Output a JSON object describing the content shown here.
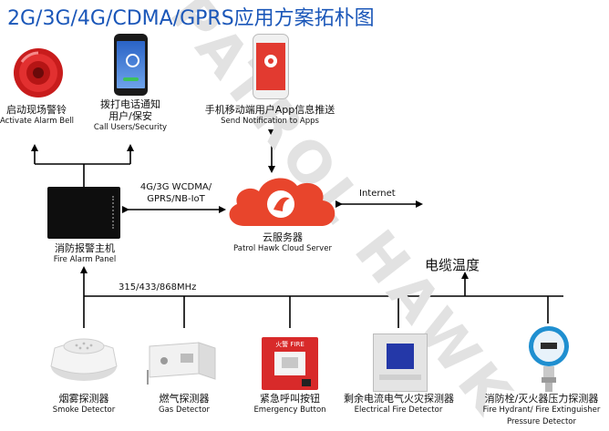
{
  "title": "2G/3G/4G/CDMA/GPRS应用方案拓朴图",
  "watermark": "PATROL HAWK",
  "outputs": {
    "alarm_bell": {
      "cn": "启动现场警铃",
      "en": "Activate Alarm Bell"
    },
    "call_users": {
      "cn_line1": "拨打电话通知",
      "cn_line2": "用户/保安",
      "en": "Call Users/Security"
    },
    "app_notification": {
      "cn": "手机移动端用户App信息推送",
      "en": "Send Notification to Apps"
    }
  },
  "panel": {
    "cn": "消防报警主机",
    "en": "Fire Alarm Panel"
  },
  "cloud": {
    "cn": "云服务器",
    "en": "Patrol Hawk Cloud Server"
  },
  "links": {
    "cellular_line1": "4G/3G WCDMA/",
    "cellular_line2": "GPRS/NB-IoT",
    "internet": "Internet",
    "rf": "315/433/868MHz",
    "cable_temp": "电缆温度"
  },
  "detectors": [
    {
      "cn": "烟雾探测器",
      "en": "Smoke Detector"
    },
    {
      "cn": "燃气探测器",
      "en": "Gas Detector"
    },
    {
      "cn": "紧急呼叫按钮",
      "en": "Emergency Button"
    },
    {
      "cn": "剩余电流电气火灾探测器",
      "en": "Electrical Fire Detector"
    },
    {
      "cn": "消防栓/灭火器压力探测器",
      "en_line1": "Fire Hydrant/ Fire Extinguisher",
      "en_line2": "Pressure Detector"
    }
  ],
  "device_text": {
    "emergency_label": "火警 FIRE"
  },
  "colors": {
    "title": "#1b57b9",
    "cloud": "#e8452c",
    "bell": "#d42020",
    "button": "#d82a2a",
    "line": "#000000"
  }
}
